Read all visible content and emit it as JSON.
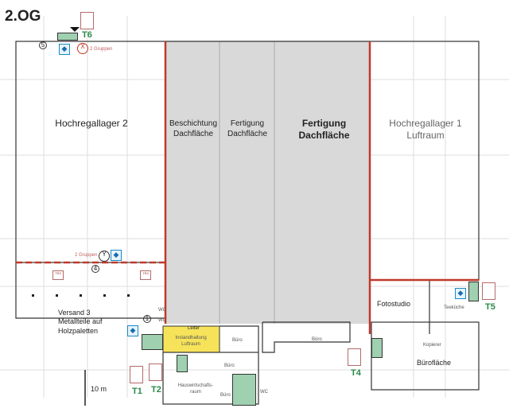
{
  "title": "2.OG",
  "stairs": [
    "T6",
    "T1",
    "T2",
    "T4",
    "T5"
  ],
  "groups_label": "2 Gruppen",
  "rooms": {
    "hochregallager2": "Hochregallager 2",
    "beschichtung": [
      "Beschichtung",
      "Dachfläche"
    ],
    "fertigung_small": [
      "Fertigung",
      "Dachfläche"
    ],
    "fertigung_bold": [
      "Fertigung",
      "Dachfläche"
    ],
    "hochregallager1": [
      "Hochregallager 1",
      "Luftraum"
    ],
    "versand": [
      "Versand 3",
      "Metallteile auf",
      "Holzpaletten"
    ],
    "yellow": [
      "Instandhaltung",
      "Luftraum"
    ],
    "leiter": "Leiter",
    "buero": "Büro",
    "fotostudio": "Fotostudio",
    "teekueche": "Teeküche",
    "kopierer": "Kopierer",
    "bueroflaeche": "Bürofläche",
    "wc": "WC",
    "hauswirtschaft": [
      "Hauswirtschafts-",
      "raum"
    ]
  },
  "scale": "10 m",
  "markers": {
    "five": "5",
    "four": "4",
    "one": "1"
  },
  "sign_text": "TR3",
  "colors": {
    "wall_red": "#c0392b",
    "gray": "#d9d9d9",
    "yellow": "#f7e35a",
    "stair": "#9fd0b0",
    "green": "#2a8a4a",
    "blue": "#1a8ac8"
  }
}
